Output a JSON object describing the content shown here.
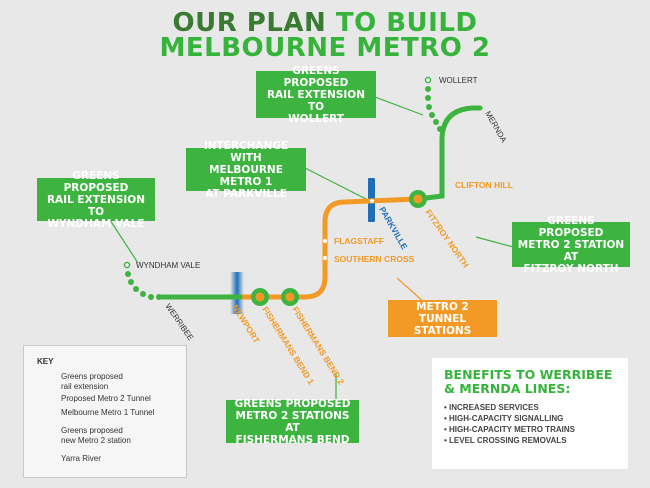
{
  "title": {
    "part1": "OUR PLAN",
    "part2": " TO BUILD",
    "line2": "MELBOURNE METRO 2"
  },
  "colors": {
    "green": "#3db43f",
    "orange": "#f29a25",
    "blue": "#1f6fb8",
    "dark_green": "#3a7a32",
    "background": "#e8e8e8"
  },
  "callouts": {
    "wollert": [
      "GREENS PROPOSED",
      "RAIL EXTENSION TO",
      "WOLLERT"
    ],
    "wyndham": [
      "GREENS PROPOSED",
      "RAIL EXTENSION TO",
      "WYNDHAM VALE"
    ],
    "parkville": [
      "INTERCHANGE WITH",
      "MELBOURNE METRO 1",
      "AT PARKVILLE"
    ],
    "fitzroy": [
      "GREENS PROPOSED",
      "METRO 2 STATION AT",
      "FITZROY NORTH"
    ],
    "tunnel": [
      "METRO 2 TUNNEL",
      "STATIONS"
    ],
    "fishermans": [
      "GREENS PROPOSED",
      "METRO 2 STATIONS AT",
      "FISHERMANS BEND"
    ]
  },
  "stations": {
    "wollert": "WOLLERT",
    "mernda": "MERNDA",
    "clifton_hill": "CLIFTON HILL",
    "fitzroy_north": "FITZROY NORTH",
    "parkville": "PARKVILLE",
    "flagstaff": "FLAGSTAFF",
    "southern_cross": "SOUTHERN CROSS",
    "wyndham_vale": "WYNDHAM VALE",
    "werribee": "WERRIBEE",
    "newport": "NEWPORT",
    "fishermans_bend_1": "FISHERMANS BEND 1",
    "fishermans_bend_2": "FISHERMANS BEND 2"
  },
  "key": {
    "title": "KEY",
    "items": [
      {
        "lines": [
          "Greens proposed",
          "rail extension"
        ],
        "icon": "green-dots"
      },
      {
        "lines": [
          "Proposed Metro 2 Tunnel"
        ],
        "icon": "orange-line"
      },
      {
        "lines": [
          "Melbourne Metro 1 Tunnel"
        ],
        "icon": "blue-line"
      },
      {
        "lines": [
          "Greens proposed",
          "new Metro 2 station"
        ],
        "icon": "green-station"
      },
      {
        "lines": [
          "Yarra River"
        ],
        "icon": "river-gradient"
      }
    ]
  },
  "benefits": {
    "title": [
      "BENEFITS TO WERRIBEE",
      "& MERNDA LINES:"
    ],
    "items": [
      "INCREASED SERVICES",
      "HIGH-CAPACITY SIGNALLING",
      "HIGH-CAPACITY METRO TRAINS",
      "LEVEL CROSSING REMOVALS"
    ]
  }
}
